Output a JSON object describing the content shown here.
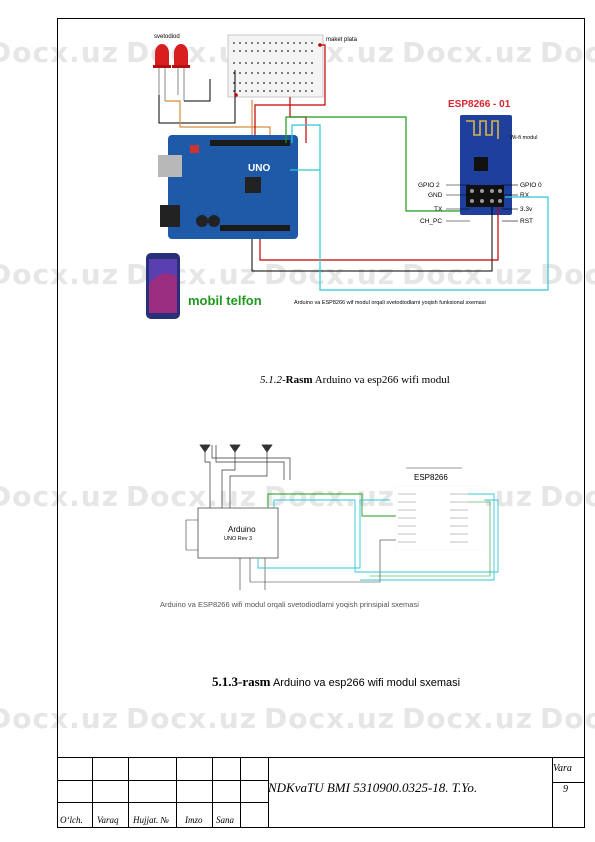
{
  "watermark": "Docx.uz",
  "figure1": {
    "leds_label": "svetodiod",
    "breadboard_label": "maket plata",
    "module_title": "ESP8266 - 01",
    "module_sub": "Wi-fi modul",
    "pins_left": [
      "GPIO 2",
      "GND",
      "TX",
      "CH_PC"
    ],
    "pins_right": [
      "GPIO 0",
      "RX",
      "3.3v",
      "RST"
    ],
    "board_label": "UNO",
    "phone_label": "mobil telfon",
    "scheme_text": "Arduino va ESP8266 wif modul orqali svetodiodlarni yoqish funksional sxemasi",
    "caption_number": "5.1.2-",
    "caption_bold": "Rasm",
    "caption_text": " Arduino va esp266 wifi modul"
  },
  "figure2": {
    "esp_label": "ESP8266",
    "arduino_label": "Arduino",
    "arduino_sub": "UNO Rev 3",
    "scheme_text": "Arduino va ESP8266 wifi modul orqali svetodiodlarni yoqish prinsipial sxemasi",
    "caption_bold": "5.1.3-rasm",
    "caption_text": " Arduino va esp266 wifi modul sxemasi"
  },
  "stamp": {
    "doc_number": "NDKvaTU BMI 5310900.0325-18. T.Yo.",
    "vara_label": "Vara",
    "page_number": "9",
    "headers": [
      "O‘lch.",
      "Varaq",
      "Hujjat. №",
      "Imzo",
      "Sana"
    ]
  },
  "colors": {
    "green": "#1f9a1f",
    "cyan": "#2ec7d6",
    "red": "#c00000",
    "orange": "#d98b3a",
    "title_red": "#d8262e"
  }
}
